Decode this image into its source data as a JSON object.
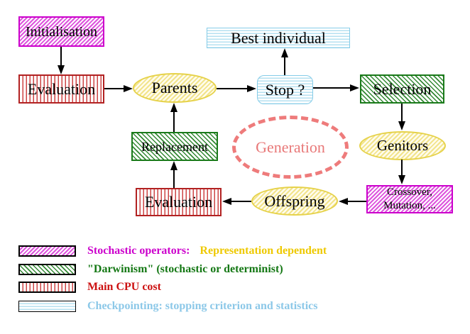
{
  "diagram": {
    "nodes": {
      "initialisation": "Initialisation",
      "evaluation_top": "Evaluation",
      "parents": "Parents",
      "best_individual": "Best individual",
      "stop": "Stop ?",
      "selection": "Selection",
      "genitors": "Genitors",
      "crossover_line1": "Crossover,",
      "crossover_line2": "Mutation, ...",
      "offspring": "Offspring",
      "evaluation_bottom": "Evaluation",
      "replacement": "Replacement",
      "generation": "Generation"
    },
    "colors": {
      "stochastic_magenta": "#cc00cc",
      "darwinism_green": "#1a7a1a",
      "cpu_red": "#bb2222",
      "checkpoint_cyan": "#85cce8",
      "population_yellow": "#e6d24a",
      "generation_salmon": "#ee7b7b"
    }
  },
  "legend": {
    "items": [
      {
        "name": "stochastic-operators",
        "label": "Stochastic operators:",
        "label2": "Representation dependent"
      },
      {
        "name": "darwinism",
        "label": "\"Darwinism\" (stochastic or determinist)"
      },
      {
        "name": "main-cpu-cost",
        "label": "Main CPU cost"
      },
      {
        "name": "checkpointing",
        "label": "Checkpointing: stopping criterion and statistics"
      }
    ]
  }
}
